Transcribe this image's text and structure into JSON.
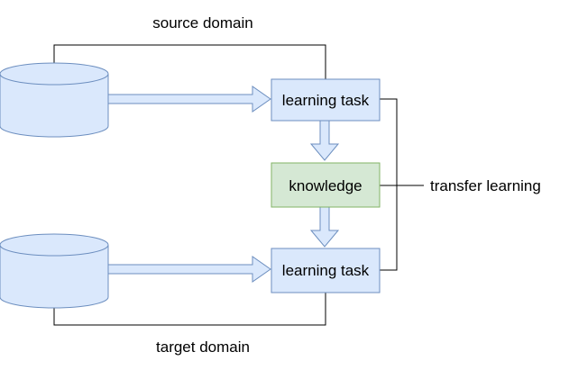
{
  "labels": {
    "source_domain": "source domain",
    "target_domain": "target domain",
    "transfer_learning": "transfer learning"
  },
  "boxes": {
    "learning_task_top": "learning task",
    "knowledge": "knowledge",
    "learning_task_bottom": "learning task"
  },
  "colors": {
    "blue_fill": "#dae8fc",
    "blue_stroke": "#6c8ebf",
    "green_fill": "#d5e8d4",
    "green_stroke": "#82b366",
    "line": "#000000"
  }
}
